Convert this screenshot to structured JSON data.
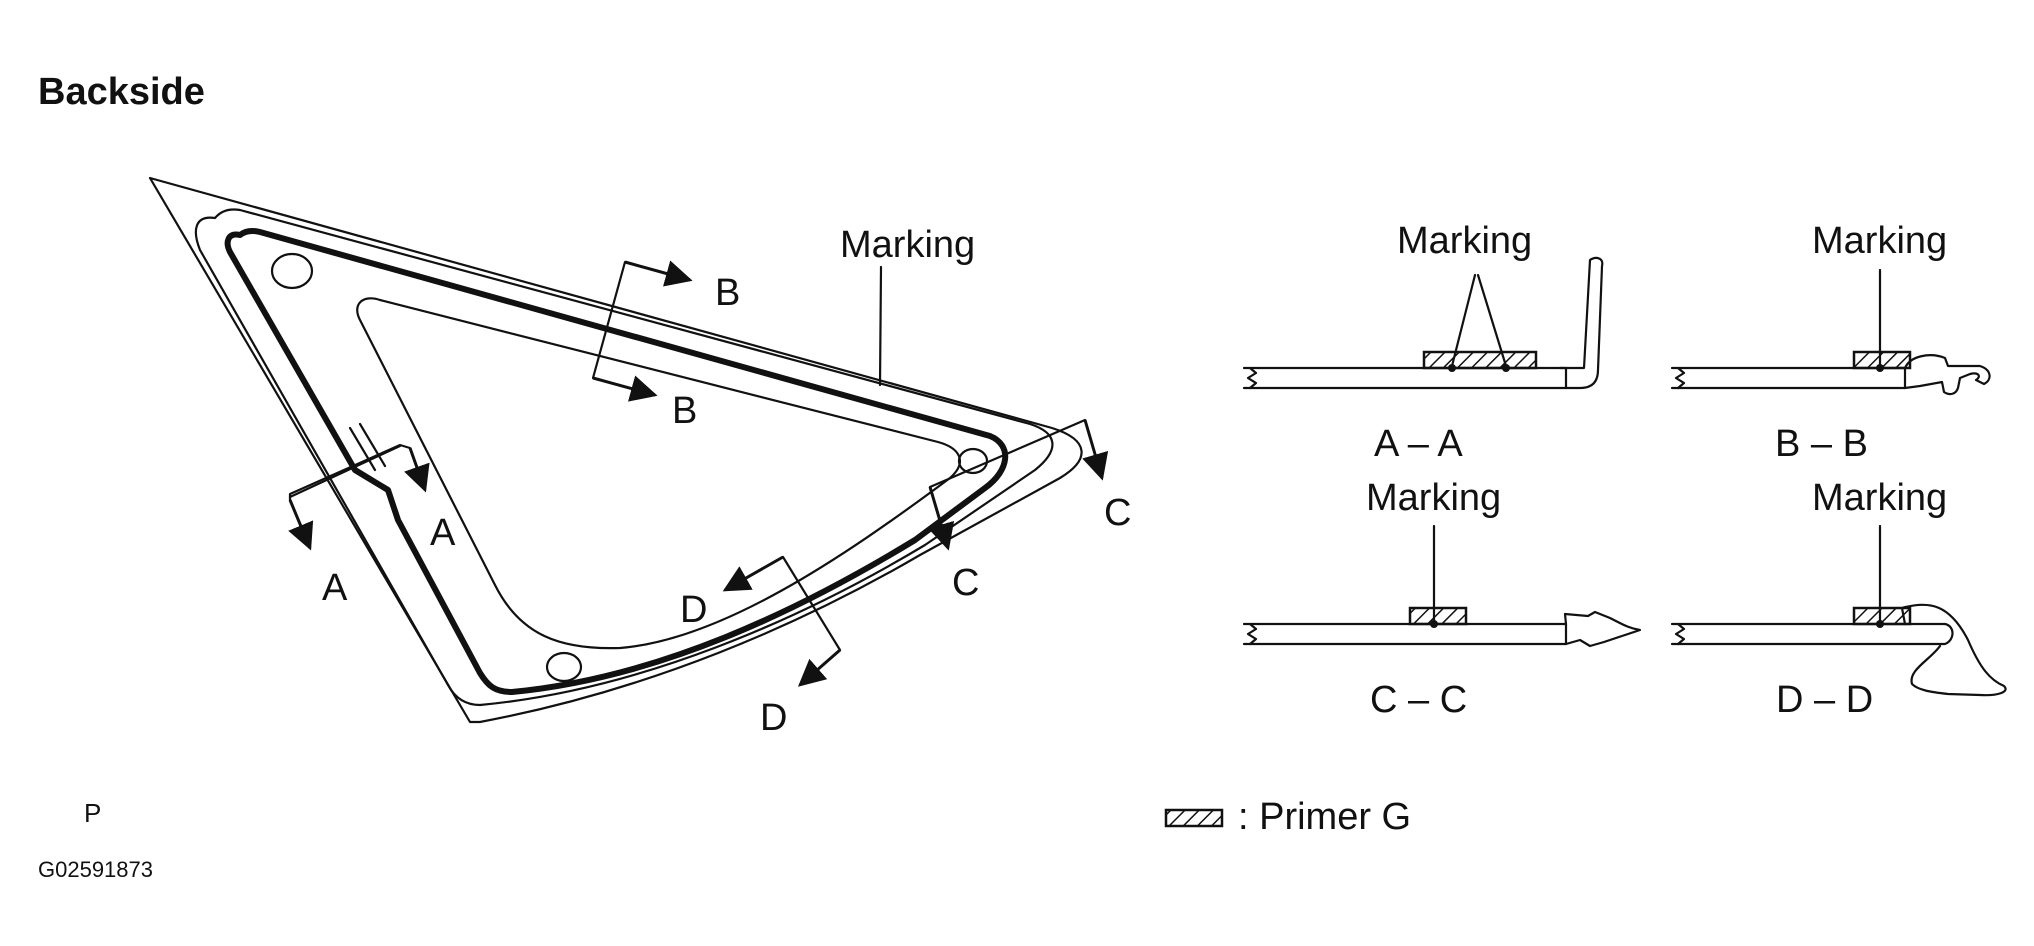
{
  "title": "Backside",
  "main_view": {
    "marking_label": "Marking",
    "cut_labels": {
      "a1": "A",
      "a2": "A",
      "b1": "B",
      "b2": "B",
      "c1": "C",
      "c2": "C",
      "d1": "D",
      "d2": "D"
    }
  },
  "sections": [
    {
      "marking": "Marking",
      "caption": "A – A"
    },
    {
      "marking": "Marking",
      "caption": "B – B"
    },
    {
      "marking": "Marking",
      "caption": "C – C"
    },
    {
      "marking": "Marking",
      "caption": "D – D"
    }
  ],
  "legend": {
    "text": ": Primer G"
  },
  "footer": {
    "p": "P",
    "code": "G02591873"
  }
}
